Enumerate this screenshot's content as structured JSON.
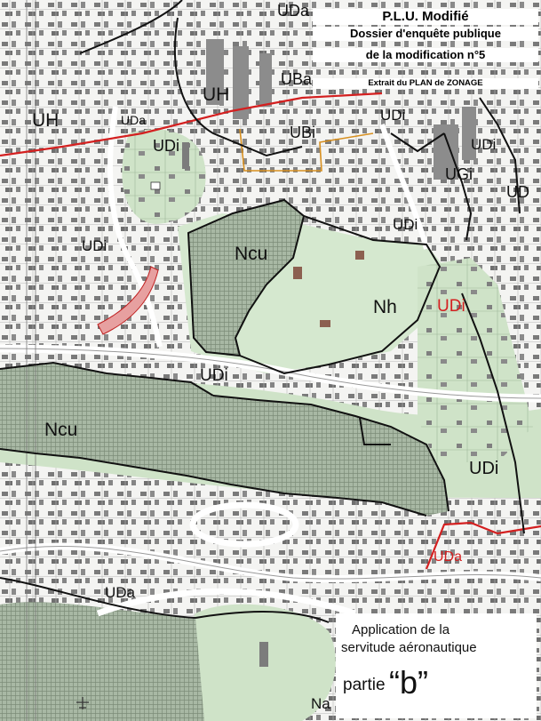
{
  "header": {
    "title": "P.L.U. Modifié",
    "subtitle_line1": "Dossier d'enquête publique",
    "subtitle_line2": "de la modification n°5",
    "extract_label": "Extrait du PLAN de ZONAGE"
  },
  "legend": {
    "line1": "Application de la",
    "line2": "servitude aéronautique",
    "part_word": "partie",
    "part_letter": "“b”"
  },
  "zones": [
    {
      "id": "z-uda-top",
      "label": "UDa",
      "color": "#111111"
    },
    {
      "id": "z-uh-center",
      "label": "UH",
      "color": "#111111"
    },
    {
      "id": "z-uba",
      "label": "UBa",
      "color": "#111111"
    },
    {
      "id": "z-uh-left",
      "label": "UH",
      "color": "#111111"
    },
    {
      "id": "z-uda-small",
      "label": "UDa",
      "color": "#111111"
    },
    {
      "id": "z-udi-1",
      "label": "UDi",
      "color": "#111111"
    },
    {
      "id": "z-ubi",
      "label": "UBi",
      "color": "#111111"
    },
    {
      "id": "z-udi-2",
      "label": "UDi",
      "color": "#111111"
    },
    {
      "id": "z-udi-3",
      "label": "UDi",
      "color": "#111111"
    },
    {
      "id": "z-ugi",
      "label": "UGi",
      "color": "#111111"
    },
    {
      "id": "z-ud-edge",
      "label": "UD",
      "color": "#111111"
    },
    {
      "id": "z-udi-4",
      "label": "UDi",
      "color": "#111111"
    },
    {
      "id": "z-udi-5",
      "label": "UDi",
      "color": "#111111"
    },
    {
      "id": "z-ncu-1",
      "label": "Ncu",
      "color": "#111111"
    },
    {
      "id": "z-nh",
      "label": "Nh",
      "color": "#111111"
    },
    {
      "id": "z-udi-red",
      "label": "UDi",
      "color": "#d42020"
    },
    {
      "id": "z-udi-6",
      "label": "UDi",
      "color": "#111111"
    },
    {
      "id": "z-ncu-2",
      "label": "Ncu",
      "color": "#111111"
    },
    {
      "id": "z-udi-7",
      "label": "UDi",
      "color": "#111111"
    },
    {
      "id": "z-uda-red",
      "label": "UDa",
      "color": "#d42020"
    },
    {
      "id": "z-uda-bottom",
      "label": "UDa",
      "color": "#111111"
    },
    {
      "id": "z-na",
      "label": "Na",
      "color": "#111111"
    }
  ]
}
